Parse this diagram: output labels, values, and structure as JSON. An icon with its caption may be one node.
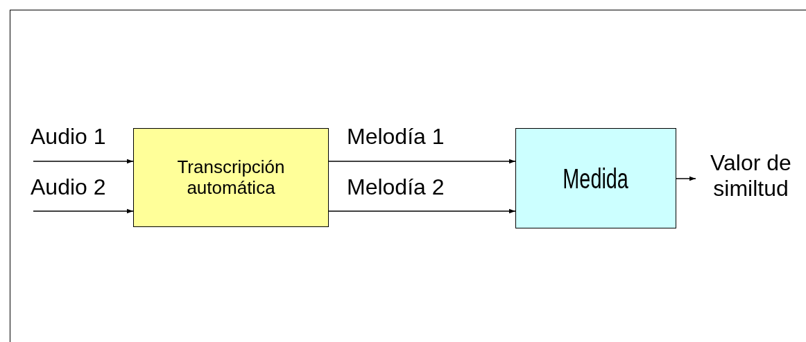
{
  "diagram": {
    "nodes": [
      {
        "text": [
          "Transcripción automática"
        ]
      },
      {
        "text": [
          "Medida"
        ]
      },
      {
        "text": [
          "Valor de similtud"
        ]
      }
    ],
    "edges": [
      {
        "from": null,
        "to": 0,
        "arrow": "to",
        "label": "Audio 1"
      },
      {
        "from": null,
        "to": 0,
        "arrow": "to",
        "label": "Audio 2"
      },
      {
        "from": 0,
        "to": 1,
        "arrow": "to",
        "label": "Melodía 1"
      },
      {
        "from": 0,
        "to": 1,
        "arrow": "to",
        "label": "Melodía 2"
      },
      {
        "from": 1,
        "to": 2,
        "arrow": "to"
      }
    ]
  }
}
